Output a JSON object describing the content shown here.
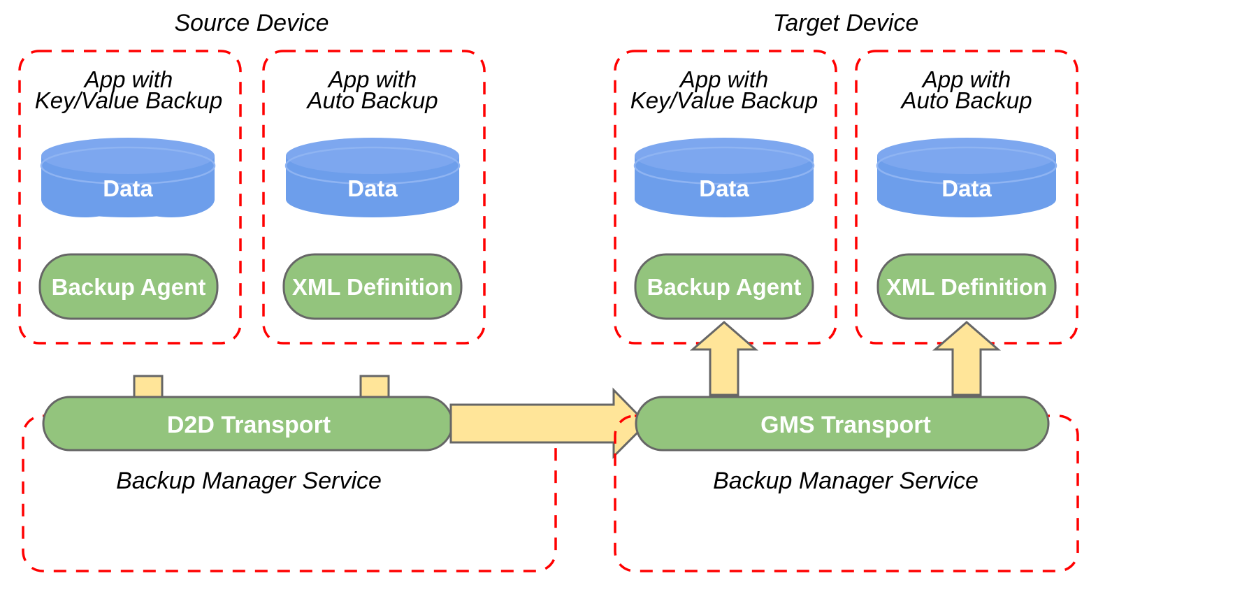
{
  "diagram": {
    "title_left": "Source Device",
    "title_right": "Target Device",
    "colors": {
      "dashed_border": "#ff0000",
      "cylinder_fill": "#6d9eeb",
      "cylinder_top": "#7fa9ee",
      "box_fill": "#93c47d",
      "box_stroke": "#666666",
      "arrow_fill": "#ffe599",
      "arrow_stroke": "#666666",
      "label_text": "#ffffff",
      "title_text": "#000000",
      "background": "#ffffff"
    }
  },
  "source_device": {
    "label": "Source Device",
    "apps": [
      {
        "title_line1": "App with",
        "title_line2": "Key/Value Backup",
        "data_label": "Data",
        "component_label": "Backup Agent"
      },
      {
        "title_line1": "App with",
        "title_line2": "Auto Backup",
        "data_label": "Data",
        "component_label": "XML Definition"
      }
    ],
    "service": {
      "transport_label": "D2D Transport",
      "service_label": "Backup Manager Service"
    }
  },
  "target_device": {
    "label": "Target Device",
    "apps": [
      {
        "title_line1": "App with",
        "title_line2": "Key/Value Backup",
        "data_label": "Data",
        "component_label": "Backup Agent"
      },
      {
        "title_line1": "App with",
        "title_line2": "Auto Backup",
        "data_label": "Data",
        "component_label": "XML Definition"
      }
    ],
    "service": {
      "transport_label": "GMS Transport",
      "service_label": "Backup Manager Service"
    }
  },
  "flows": [
    {
      "name": "backup-agent-to-d2d",
      "direction": "down"
    },
    {
      "name": "xml-definition-to-d2d",
      "direction": "down"
    },
    {
      "name": "d2d-to-gms",
      "direction": "right"
    },
    {
      "name": "gms-to-backup-agent",
      "direction": "up"
    },
    {
      "name": "gms-to-xml-definition",
      "direction": "up"
    }
  ]
}
